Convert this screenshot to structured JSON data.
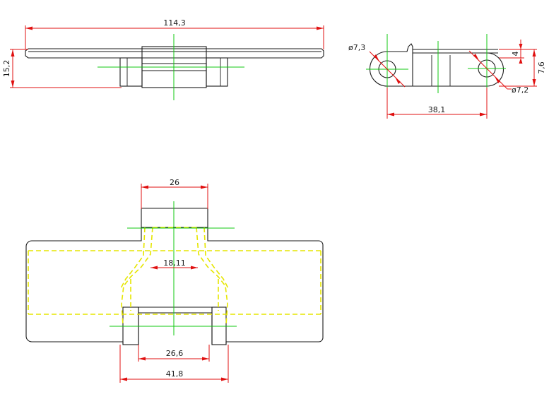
{
  "drawing": {
    "dimensions": {
      "width_top": "114,3",
      "height_side": "15,2",
      "hole_left_dia": "ø7,3",
      "hole_right_dia": "ø7,2",
      "pitch": "38,1",
      "tab_small": "4",
      "tab_total": "7,6",
      "knuckle_width": "26",
      "inner_gap": "18,11",
      "inner_slot": "26,6",
      "outer_width": "41,8"
    },
    "colors": {
      "outline": "#1a1a1a",
      "dimension": "#e01010",
      "centerline": "#10c810",
      "hidden_line": "#e6e600"
    }
  }
}
